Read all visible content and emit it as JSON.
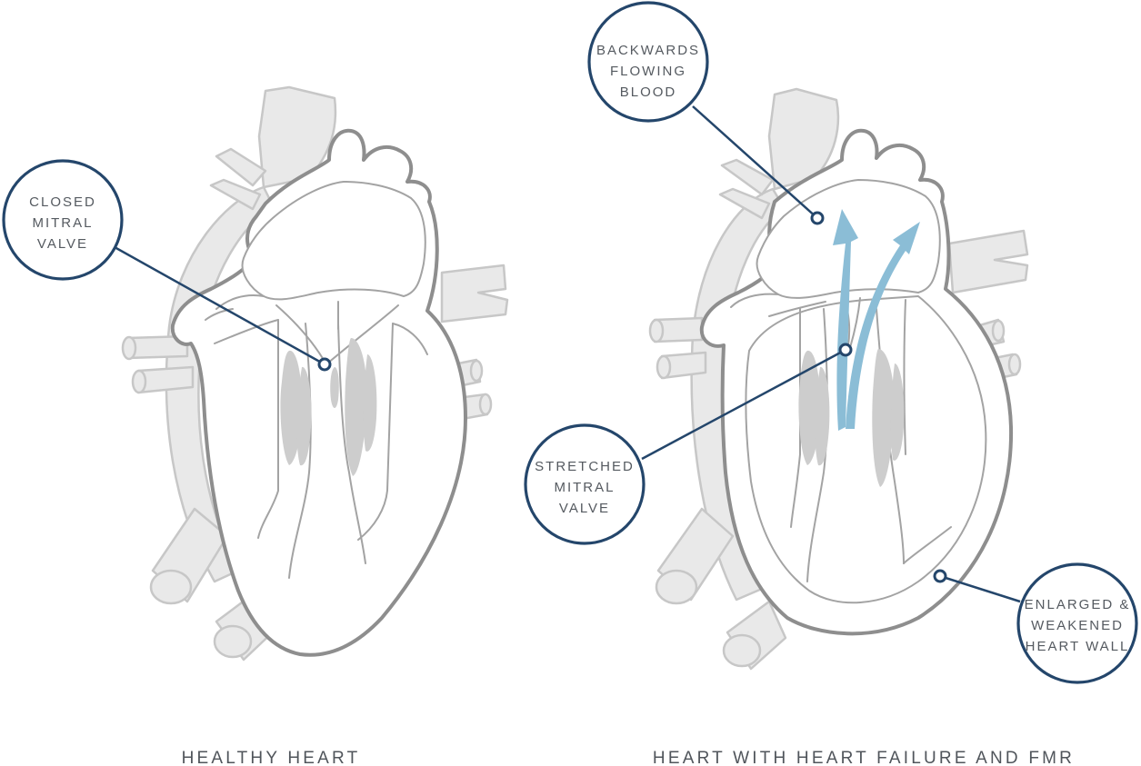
{
  "healthy": {
    "caption": "HEALTHY HEART",
    "callout": {
      "lines": [
        "CLOSED",
        "MITRAL",
        "VALVE"
      ]
    }
  },
  "failure": {
    "caption": "HEART WITH HEART FAILURE AND FMR",
    "callouts": [
      {
        "lines": [
          "BACKWARDS",
          "FLOWING",
          "BLOOD"
        ]
      },
      {
        "lines": [
          "STRETCHED",
          "MITRAL",
          "VALVE"
        ]
      },
      {
        "lines": [
          "ENLARGED &",
          "WEAKENED",
          "HEART WALL"
        ]
      }
    ]
  },
  "colors": {
    "callout_stroke": "#24466b",
    "flow_arrow": "#8bbdd6",
    "heart_outline": "#8e8e8e",
    "vessel_fill": "#e9e9e9"
  }
}
